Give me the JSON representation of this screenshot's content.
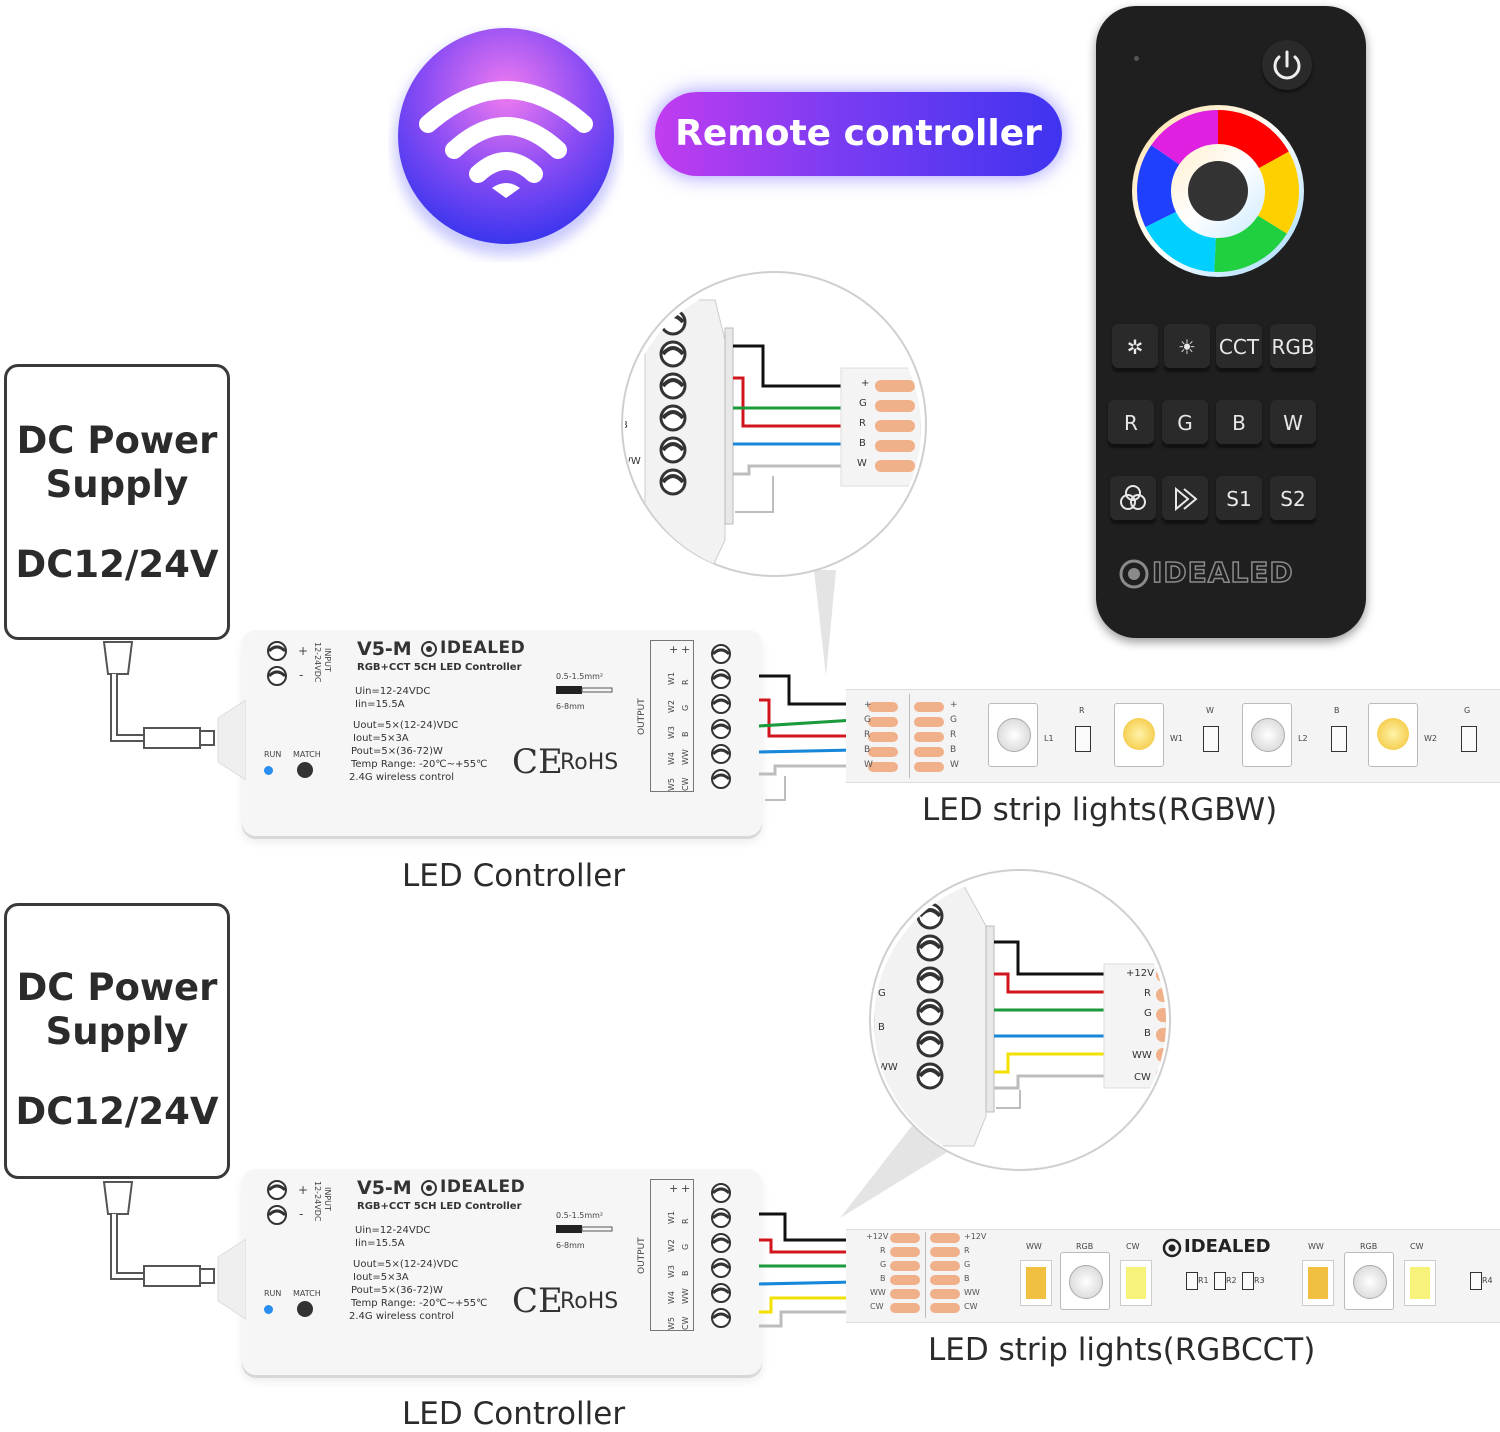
{
  "title": "Remote controller",
  "power_supply": {
    "line1": "DC Power",
    "line2": "Supply",
    "voltage": "DC12/24V"
  },
  "controller": {
    "model": "V5-M",
    "brand": "IDEALED",
    "subtitle": "RGB+CCT 5CH LED Controller",
    "specs": [
      "Uin=12-24VDC",
      "Iin=15.5A",
      "Uout=5×(12-24)VDC",
      "Iout=5×3A",
      "Pout=5×(36-72)W",
      "Temp Range: -20℃~+55℃",
      "2.4G wireless control"
    ],
    "wire_gauge": "0.5-1.5mm²",
    "strip_len": "6-8mm",
    "input_label": "INPUT",
    "input_voltage": "12-24VDC",
    "output_label": "OUTPUT",
    "run_label": "RUN",
    "match_label": "MATCH",
    "ce": "CE",
    "rohs": "RoHS",
    "plus": "+",
    "minus": "-",
    "terminals_top": [
      "W1",
      "R"
    ],
    "terminals_bottom": [
      "W2",
      "G",
      "W3",
      "B",
      "W4",
      "WW",
      "W5",
      "CW"
    ],
    "caption": "LED Controller"
  },
  "remote": {
    "row1": [
      "CCT",
      "RGB"
    ],
    "row2": [
      "R",
      "G",
      "B",
      "W"
    ],
    "row3": [
      "S1",
      "S2"
    ],
    "brand": "IDEALED"
  },
  "strip_rgbw": {
    "caption": "LED strip lights(RGBW)",
    "pins": [
      "+",
      "G",
      "R",
      "B",
      "W"
    ],
    "segment_labels": [
      "L1",
      "R",
      "W1",
      "W",
      "L2",
      "B",
      "W2",
      "G"
    ]
  },
  "strip_rgbcct": {
    "caption": "LED strip lights(RGBCCT)",
    "pins": [
      "+12V",
      "R",
      "G",
      "B",
      "WW",
      "CW"
    ],
    "segment_labels": [
      "WW",
      "RGB",
      "CW",
      "WW",
      "RGB",
      "CW",
      "R1",
      "R2",
      "R3",
      "R4"
    ],
    "brand": "IDEALED"
  },
  "zoom_rgbw": {
    "pins": [
      "+",
      "G",
      "R",
      "B",
      "W"
    ],
    "terminals": [
      "B",
      "WW"
    ]
  },
  "zoom_rgbcct": {
    "pins": [
      "+12V",
      "R",
      "G",
      "B",
      "WW",
      "CW"
    ],
    "terminals": [
      "G",
      "B",
      "WW"
    ]
  },
  "colors": {
    "black_wire": "#111111",
    "red_wire": "#d0161c",
    "green_wire": "#1a9a3a",
    "blue_wire": "#1687d9",
    "yellow_wire": "#f2e000",
    "white_wire": "#bdbdbd",
    "pad": "#f0b08a"
  }
}
